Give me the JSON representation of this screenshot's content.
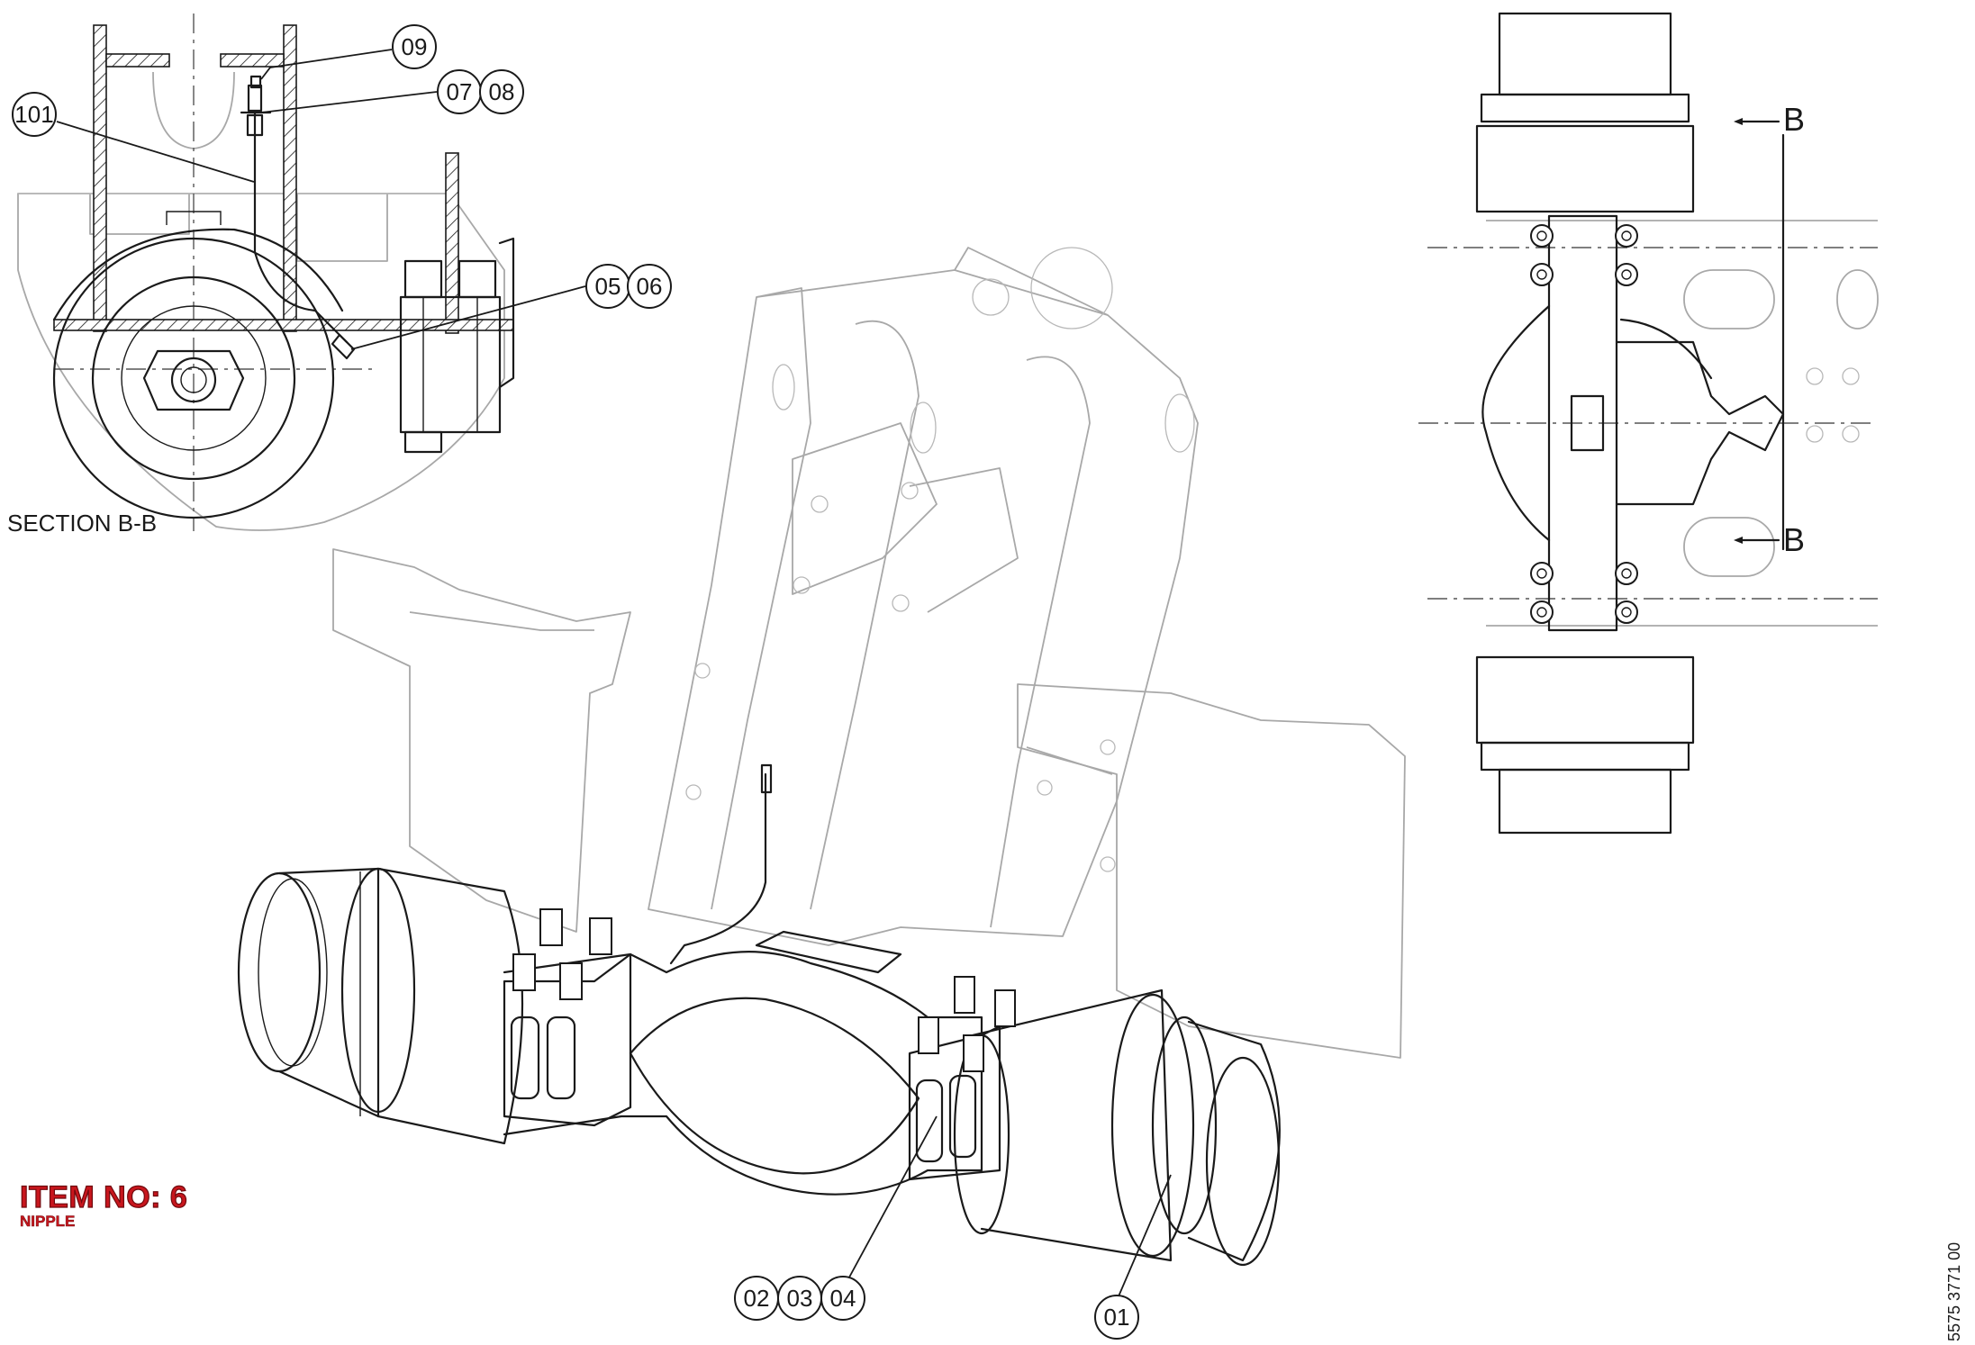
{
  "section": {
    "label": "SECTION   B-B"
  },
  "section_markers": {
    "top": "B",
    "bottom": "B"
  },
  "callouts": {
    "c101": "101",
    "c09": "09",
    "c07": "07",
    "c08": "08",
    "c05": "05",
    "c06": "06",
    "c02": "02",
    "c03": "03",
    "c04": "04",
    "c01": "01"
  },
  "item": {
    "number_label": "ITEM NO: 6",
    "name": "NIPPLE"
  },
  "document_number": "5575 3771 00",
  "colors": {
    "line": "#1a1a1a",
    "ghost": "#a8a8a8",
    "item_red": "#c8161d"
  }
}
